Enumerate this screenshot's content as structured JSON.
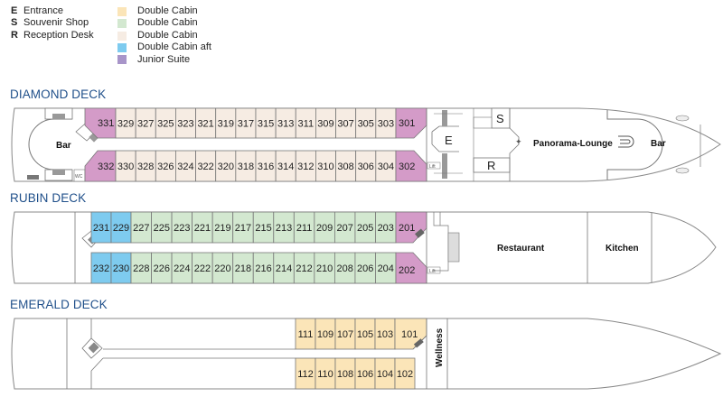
{
  "legend": {
    "keys": [
      {
        "key": "E",
        "label": "Entrance"
      },
      {
        "key": "S",
        "label": "Souvenir Shop"
      },
      {
        "key": "R",
        "label": "Reception Desk"
      }
    ],
    "categories": [
      {
        "id": "yellow",
        "label": "Double Cabin",
        "color": "#fbe5b8"
      },
      {
        "id": "green",
        "label": "Double Cabin",
        "color": "#d3e8d0"
      },
      {
        "id": "beige",
        "label": "Double Cabin",
        "color": "#f6ece3"
      },
      {
        "id": "blue",
        "label": "Double Cabin aft",
        "color": "#7ecbef"
      },
      {
        "id": "purple",
        "label": "Junior Suite",
        "color": "#a895c9"
      }
    ]
  },
  "suite_color": "#d49bc8",
  "decks": {
    "diamond": {
      "title": "DIAMOND DECK",
      "suite_top": "331",
      "suite_bottom": "332",
      "top_cabins": [
        "329",
        "327",
        "325",
        "323",
        "321",
        "319",
        "317",
        "315",
        "313",
        "311",
        "309",
        "307",
        "305",
        "303"
      ],
      "bottom_cabins": [
        "330",
        "328",
        "326",
        "324",
        "322",
        "320",
        "318",
        "316",
        "314",
        "312",
        "310",
        "308",
        "306",
        "304"
      ],
      "suite_fwd_top": "301",
      "suite_fwd_bottom": "302",
      "labels": {
        "aft_bar": "Bar",
        "wc": "WC",
        "lift": "Lift",
        "entrance": "E",
        "shop": "S",
        "reception": "R",
        "lounge": "Panorama-Lounge",
        "fwd_bar": "Bar"
      }
    },
    "rubin": {
      "title": "RUBIN DECK",
      "aft_top": [
        "231",
        "229"
      ],
      "aft_bottom": [
        "232",
        "230"
      ],
      "top_cabins": [
        "227",
        "225",
        "223",
        "221",
        "219",
        "217",
        "215",
        "213",
        "211",
        "209",
        "207",
        "205",
        "203"
      ],
      "bottom_cabins": [
        "228",
        "226",
        "224",
        "222",
        "220",
        "218",
        "216",
        "214",
        "212",
        "210",
        "208",
        "206",
        "204"
      ],
      "suite_top": "201",
      "suite_bottom": "202",
      "labels": {
        "lift": "Lift",
        "restaurant": "Restaurant",
        "kitchen": "Kitchen"
      }
    },
    "emerald": {
      "title": "EMERALD DECK",
      "top_cabins": [
        "111",
        "109",
        "107",
        "105",
        "103",
        "101"
      ],
      "bottom_cabins": [
        "112",
        "110",
        "108",
        "106",
        "104",
        "102"
      ],
      "labels": {
        "wellness": "Wellness"
      }
    }
  }
}
